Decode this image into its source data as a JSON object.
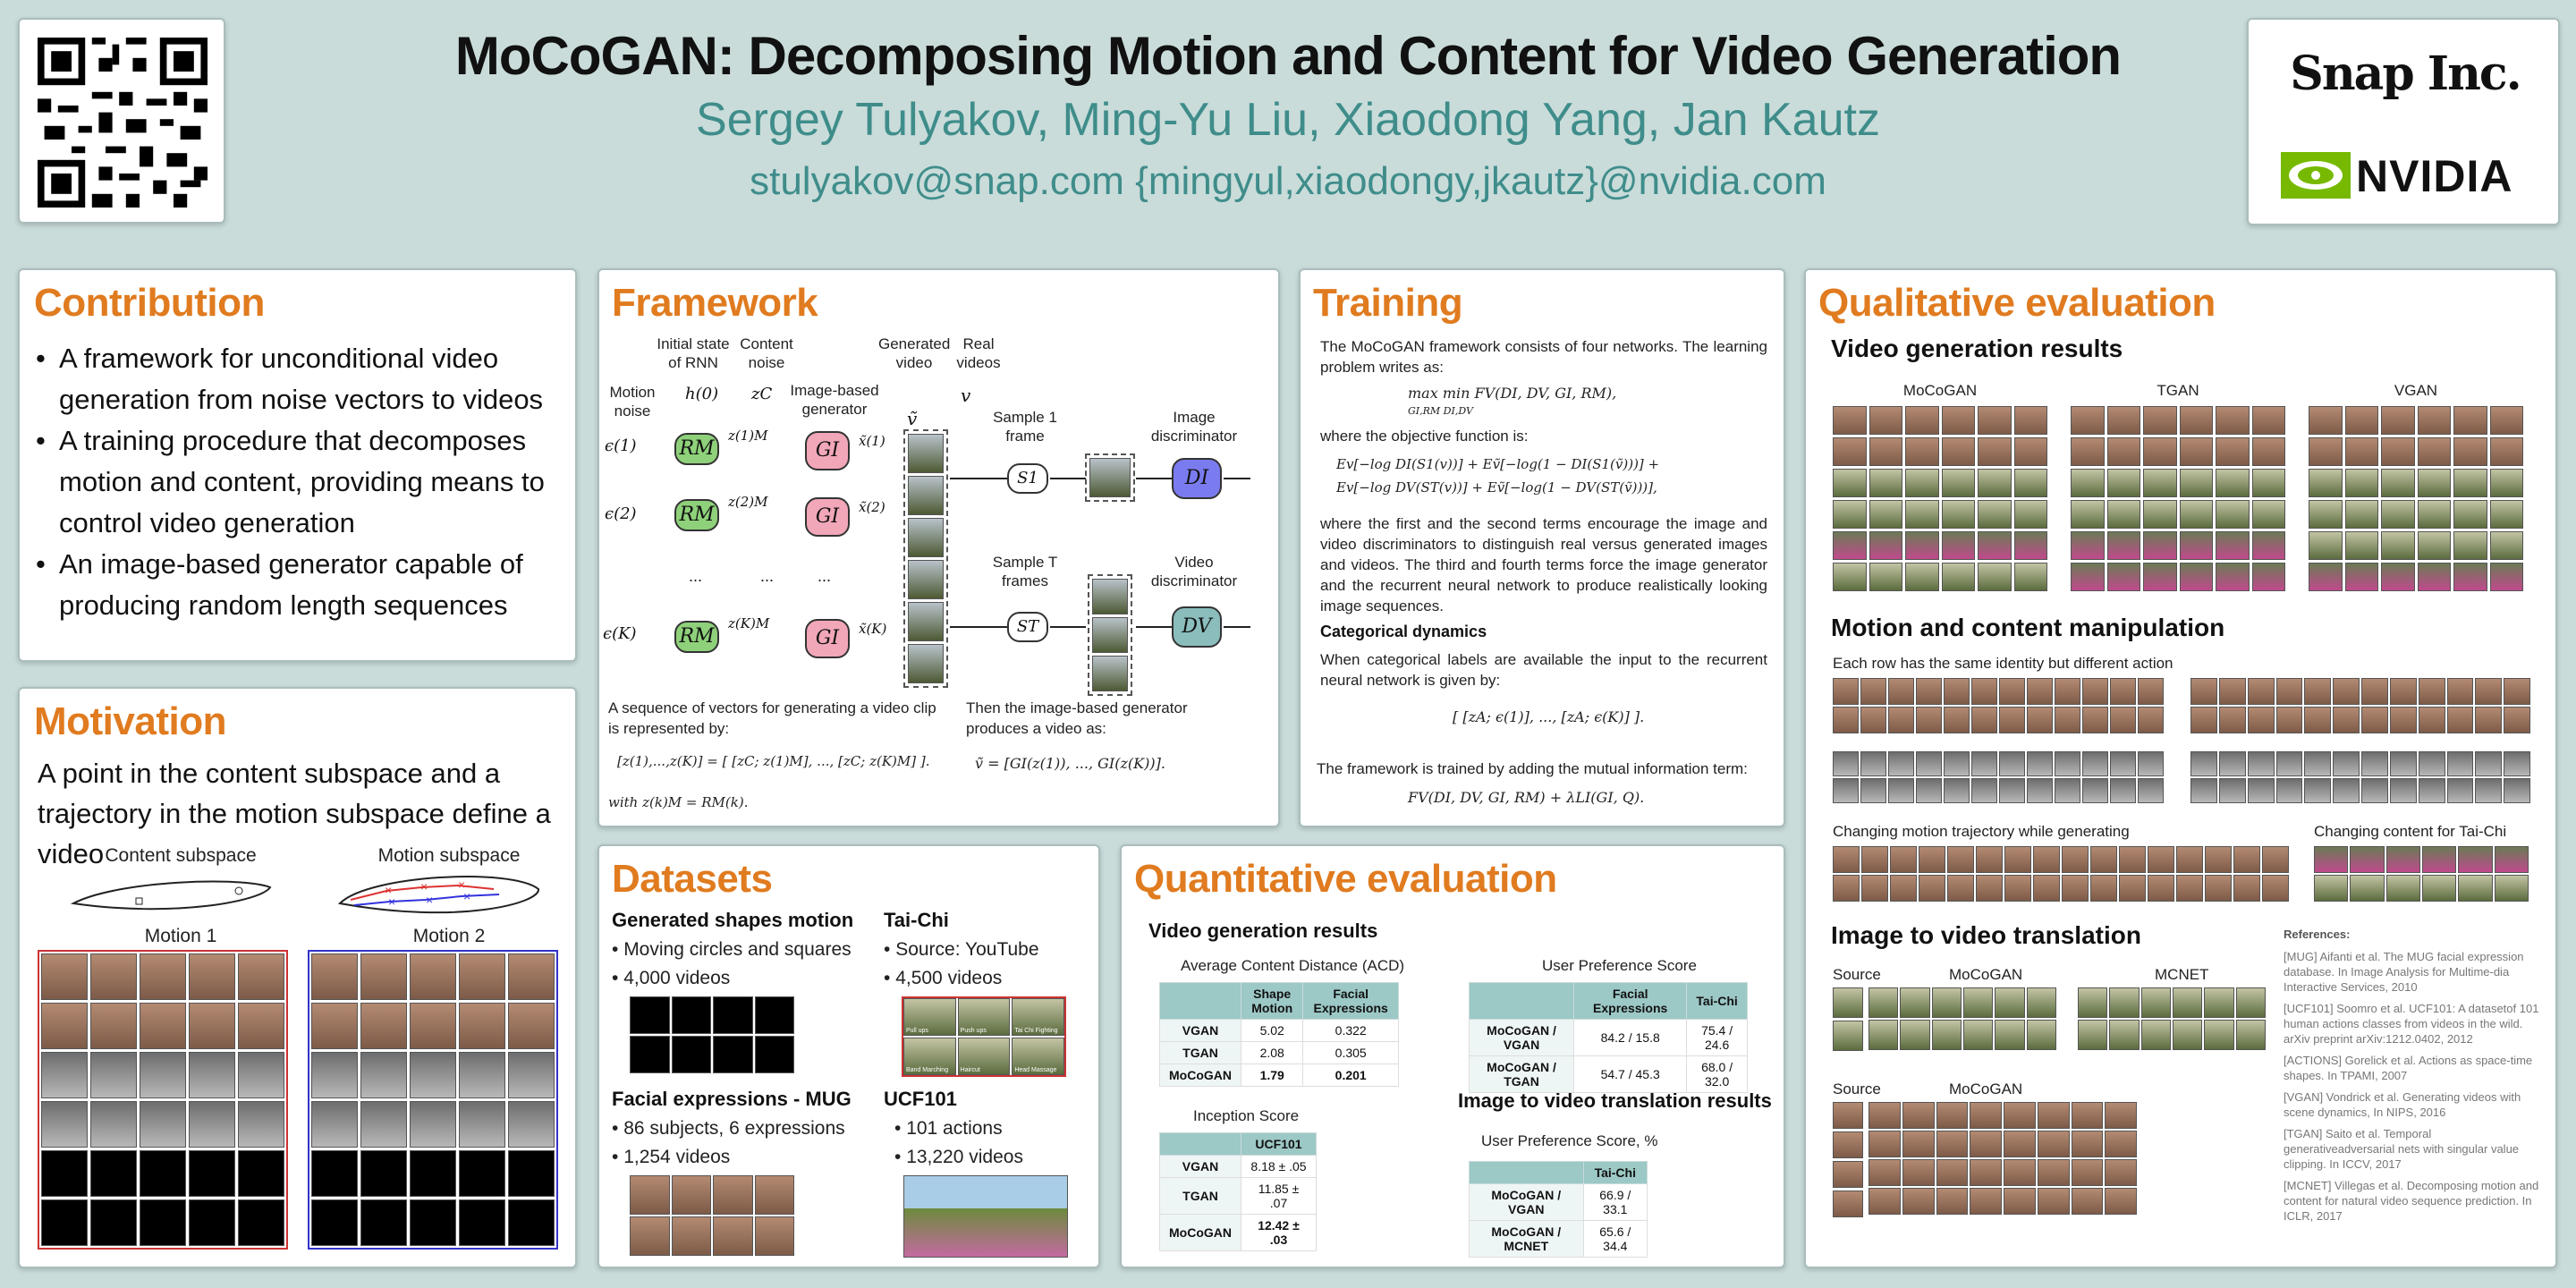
{
  "header": {
    "title": "MoCoGAN: Decomposing Motion and Content for Video Generation",
    "authors": "Sergey Tulyakov,  Ming-Yu Liu, Xiaodong Yang, Jan Kautz",
    "emails": "stulyakov@snap.com  {mingyul,xiaodongy,jkautz}@nvidia.com",
    "logo_snap": "Snap Inc.",
    "logo_nvidia": "NVIDIA"
  },
  "contribution": {
    "title": "Contribution",
    "items": [
      "A framework for unconditional video generation from noise vectors to videos",
      "A training procedure that decomposes motion and content, providing means to control video generation",
      "An image-based generator capable of producing random length sequences"
    ]
  },
  "motivation": {
    "title": "Motivation",
    "text": "A point in the content subspace and a trajectory in the motion subspace define a video",
    "content_label": "Content subspace",
    "motion_label": "Motion subspace",
    "motion1": "Motion 1",
    "motion2": "Motion 2"
  },
  "framework": {
    "title": "Framework",
    "labels": {
      "initial_state": "Initial state of RNN",
      "content_noise": "Content noise",
      "motion_noise": "Motion noise",
      "image_gen": "Image-based generator",
      "generated": "Generated video",
      "real": "Real videos",
      "sample1": "Sample 1 frame",
      "sampleT": "Sample T frames",
      "img_disc": "Image discriminator",
      "vid_disc": "Video discriminator",
      "h0": "h(0)",
      "zc": "zC",
      "v_tilde": "ṽ",
      "v": "v",
      "e1": "ϵ(1)",
      "e2": "ϵ(2)",
      "eK": "ϵ(K)",
      "rm": "RM",
      "gi": "GI",
      "s1": "S1",
      "st": "ST",
      "di": "DI",
      "dv": "DV",
      "zm1": "z(1)M",
      "zm2": "z(2)M",
      "zmK": "z(K)M",
      "x1": "x̃(1)",
      "x2": "x̃(2)",
      "xK": "x̃(K)",
      "dots": "..."
    },
    "text_left": "A sequence of vectors for generating a video clip is represented by:",
    "eq_left": "[z(1),...,z(K)] = [ [zC; z(1)M], ..., [zC; z(K)M] ].",
    "with_eq": "with z(k)M = RM(k).",
    "text_right": "Then the image-based generator produces a video as:",
    "eq_right": "ṽ = [GI(z(1)), ..., GI(z(K))]."
  },
  "training": {
    "title": "Training",
    "p1": "The MoCoGAN framework consists of four networks. The learning problem writes as:",
    "eq1": "max min  FV(DI, DV, GI, RM),",
    "eq1_sub": "GI,RM  DI,DV",
    "p2": "where the objective function is:",
    "eq2a": "Ev[−log DI(S1(v))] + Eṽ[−log(1 − DI(S1(ṽ)))] +",
    "eq2b": "Ev[−log DV(ST(v))] + Eṽ[−log(1 − DV(ST(ṽ)))],",
    "p3": "where the first and the second terms encourage the image and video discriminators to distinguish real versus generated images and videos. The third and fourth terms force the image generator and the recurrent neural network to produce realistically looking image sequences.",
    "cat_title": "Categorical dynamics",
    "p4": "When categorical labels are available the input to the recurrent neural network is given by:",
    "eq3": "[ [zA; ϵ(1)], ..., [zA; ϵ(K)] ].",
    "p5": "The framework is trained by adding the mutual information term:",
    "eq4": "FV(DI, DV, GI, RM) + λLI(GI, Q)."
  },
  "qualitative": {
    "title": "Qualitative evaluation",
    "vg_title": "Video generation results",
    "cols": [
      "MoCoGAN",
      "TGAN",
      "VGAN"
    ],
    "mc_title": "Motion and content manipulation",
    "mc_sub": "Each row has the same identity but different action",
    "traj_label": "Changing motion trajectory while generating",
    "content_label": "Changing content for Tai-Chi",
    "i2v_title": "Image to video translation",
    "source": "Source",
    "mocogan": "MoCoGAN",
    "mcnet": "MCNET",
    "refs_title": "References:",
    "refs": [
      "[MUG] Aifanti et al. The MUG facial expression database. In Image Analysis for Multime-dia Interactive Services, 2010",
      "[UCF101] Soomro et al. UCF101: A  datasetof 101 human actions classes from videos in the wild. arXiv preprint arXiv:1212.0402, 2012",
      "[ACTIONS] Gorelick et al. Actions as space-time shapes. In TPAMI, 2007",
      "[VGAN] Vondrick et al. Generating videos with scene dynamics, In NIPS, 2016",
      "[TGAN] Saito et al. Temporal generativeadversarial nets with singular value clipping. In ICCV, 2017",
      "[MCNET] Villegas et al. Decomposing motion and content for natural video sequence prediction. In ICLR, 2017"
    ]
  },
  "datasets": {
    "title": "Datasets",
    "shapes_title": "Generated shapes motion",
    "shapes_items": [
      "Moving circles and squares",
      "4,000 videos"
    ],
    "taichi_title": "Tai-Chi",
    "taichi_items": [
      "Source: YouTube",
      "4,500 videos"
    ],
    "mug_title": "Facial expressions - MUG",
    "mug_items": [
      "86 subjects, 6 expressions",
      "1,254 videos"
    ],
    "ucf_title": "UCF101",
    "ucf_items": [
      "101 actions",
      "13,220 videos"
    ],
    "taichi_captions": [
      "Pull ups",
      "Push ups",
      "Tai Chi Fighting",
      "Band Marching",
      "Haircut",
      "Head Massage"
    ]
  },
  "quantitative": {
    "title": "Quantitative evaluation",
    "vg_title": "Video generation results",
    "acd_caption": "Average Content Distance (ACD)",
    "acd_headers": [
      "",
      "Shape Motion",
      "Facial Expressions"
    ],
    "acd_rows": [
      [
        "VGAN",
        "5.02",
        "0.322"
      ],
      [
        "TGAN",
        "2.08",
        "0.305"
      ],
      [
        "MoCoGAN",
        "1.79",
        "0.201"
      ]
    ],
    "ups_caption": "User Preference Score",
    "ups_headers": [
      "",
      "Facial Expressions",
      "Tai-Chi"
    ],
    "ups_rows": [
      [
        "MoCoGAN / VGAN",
        "84.2 / 15.8",
        "75.4 / 24.6"
      ],
      [
        "MoCoGAN / TGAN",
        "54.7 / 45.3",
        "68.0 / 32.0"
      ]
    ],
    "is_caption": "Inception Score",
    "is_headers": [
      "",
      "UCF101"
    ],
    "is_rows": [
      [
        "VGAN",
        "8.18 ± .05"
      ],
      [
        "TGAN",
        "11.85 ± .07"
      ],
      [
        "MoCoGAN",
        "12.42 ± .03"
      ]
    ],
    "i2v_title": "Image to video translation results",
    "i2v_caption": "User Preference Score, %",
    "i2v_headers": [
      "",
      "Tai-Chi"
    ],
    "i2v_rows": [
      [
        "MoCoGAN / VGAN",
        "66.9 / 33.1"
      ],
      [
        "MoCoGAN / MCNET",
        "65.6 / 34.4"
      ]
    ]
  }
}
